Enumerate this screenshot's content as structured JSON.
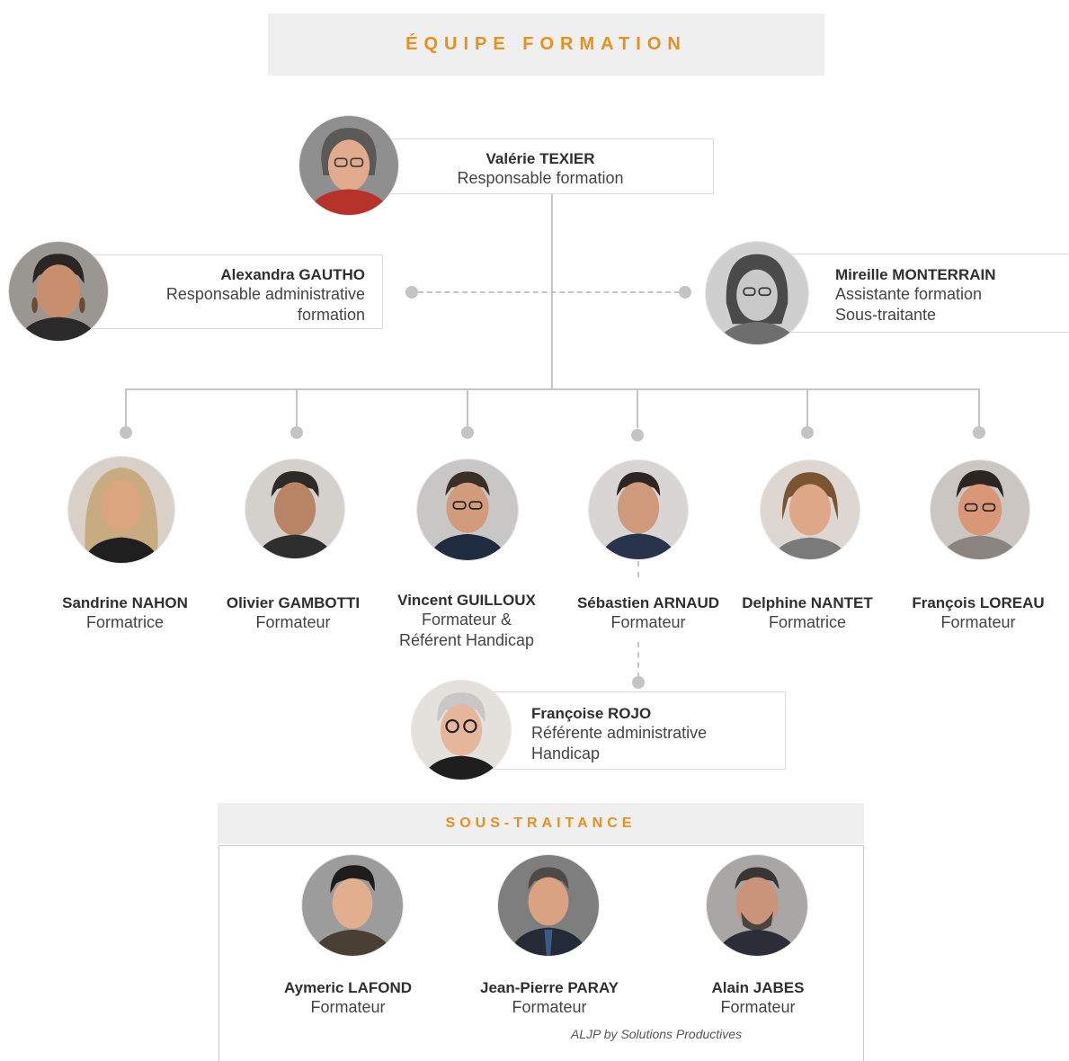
{
  "header": {
    "title": "ÉQUIPE FORMATION"
  },
  "lead": {
    "name": "Valérie TEXIER",
    "role": "Responsable formation"
  },
  "left_staff": {
    "name": "Alexandra GAUTHO",
    "role_line1": "Responsable administrative",
    "role_line2": "formation"
  },
  "right_staff": {
    "name": "Mireille MONTERRAIN",
    "role_line1": "Assistante formation",
    "role_line2": "Sous-traitante"
  },
  "trainers": [
    {
      "name": "Sandrine NAHON",
      "role_line1": "Formatrice",
      "role_line2": ""
    },
    {
      "name": "Olivier GAMBOTTI",
      "role_line1": "Formateur",
      "role_line2": ""
    },
    {
      "name": "Vincent GUILLOUX",
      "role_line1": "Formateur &",
      "role_line2": "Référent Handicap"
    },
    {
      "name": "Sébastien ARNAUD",
      "role_line1": "Formateur",
      "role_line2": ""
    },
    {
      "name": "Delphine NANTET",
      "role_line1": "Formatrice",
      "role_line2": ""
    },
    {
      "name": "François LOREAU",
      "role_line1": "Formateur",
      "role_line2": ""
    }
  ],
  "handicap_referent": {
    "name": "Françoise ROJO",
    "role_line1": "Référente administrative",
    "role_line2": "Handicap"
  },
  "subcontracting": {
    "title": "SOUS-TRAITANCE",
    "members": [
      {
        "name": "Aymeric LAFOND",
        "role": "Formateur"
      },
      {
        "name": "Jean-Pierre PARAY",
        "role": "Formateur"
      },
      {
        "name": "Alain JABES",
        "role": "Formateur"
      }
    ],
    "footer": "ALJP by Solutions Productives"
  }
}
